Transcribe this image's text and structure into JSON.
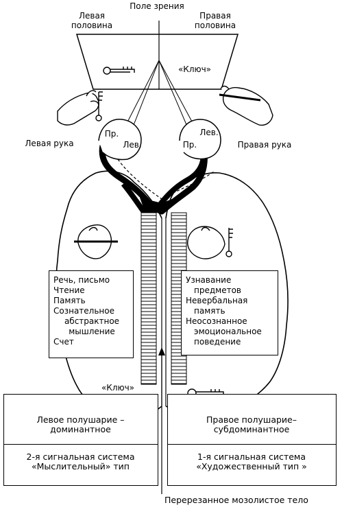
{
  "visual_field": {
    "title": "Поле зрения",
    "left_half": [
      "Левая",
      "половина"
    ],
    "right_half": [
      "Правая",
      "половина"
    ],
    "key_label": "«Ключ»"
  },
  "hands": {
    "left": "Левая рука",
    "right": "Правая рука"
  },
  "eyes": {
    "left_right": "Пр.",
    "left_left": "Лев.",
    "right_left": "Лев.",
    "right_right": "Пр."
  },
  "left_functions": [
    "Речь, письмо",
    "Чтение",
    "Память",
    "Сознательное",
    "абстрактное",
    "мышление",
    "Счет"
  ],
  "right_functions": [
    "Узнавание",
    "предметов",
    "Невербальная",
    "память",
    "Неосознанное",
    "эмоциональное",
    "поведение"
  ],
  "key_bottom": "«Ключ»",
  "left_hemisphere": {
    "title": [
      "Левое полушарие –",
      "доминантное"
    ],
    "system": [
      "2-я сигнальная система",
      "«Мыслительный» тип"
    ]
  },
  "right_hemisphere": {
    "title": [
      "Правое полушарие–",
      "субдоминантное"
    ],
    "system": [
      "1-я сигнальная система",
      "«Художественный тип »"
    ]
  },
  "corpus_callosum": "Перерезанное мозолистое тело"
}
